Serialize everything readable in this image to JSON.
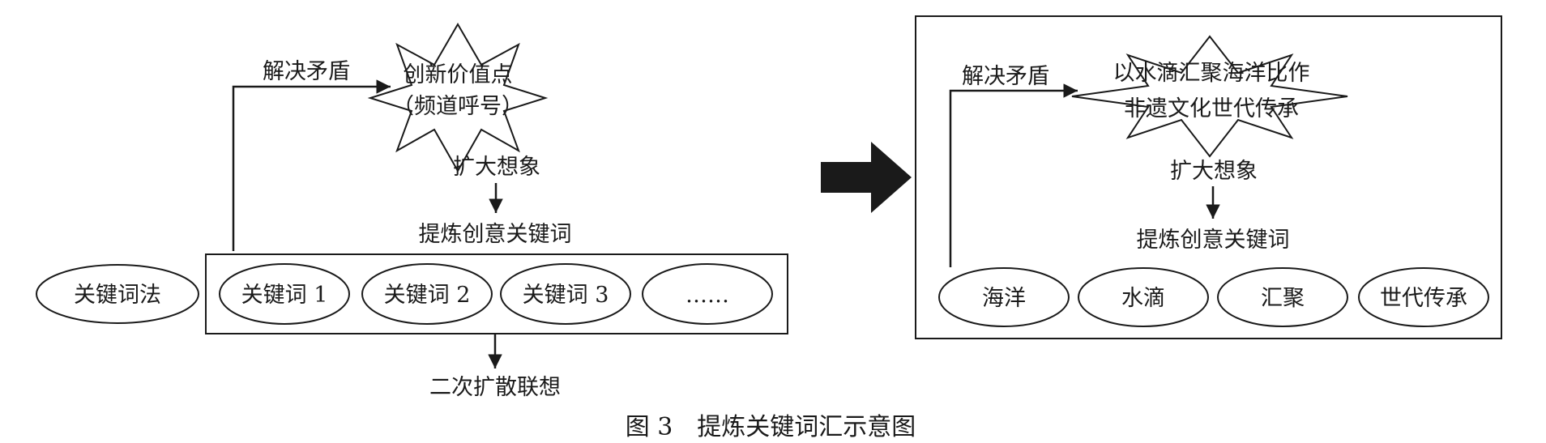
{
  "left": {
    "star_lines": [
      "创新价值点",
      "（频道呼号）"
    ],
    "label_resolve": "解决矛盾",
    "label_imagine": "扩大想象",
    "label_refine": "提炼创意关键词",
    "method": "关键词法",
    "keywords": [
      "关键词 1",
      "关键词 2",
      "关键词 3",
      "……"
    ],
    "label_secondary": "二次扩散联想"
  },
  "right": {
    "star_lines": [
      "以水滴汇聚海洋比作",
      "非遗文化世代传承"
    ],
    "label_resolve": "解决矛盾",
    "label_imagine": "扩大想象",
    "label_refine": "提炼创意关键词",
    "keywords": [
      "海洋",
      "水滴",
      "汇聚",
      "世代传承"
    ]
  },
  "caption": "图 3　提炼关键词汇示意图"
}
